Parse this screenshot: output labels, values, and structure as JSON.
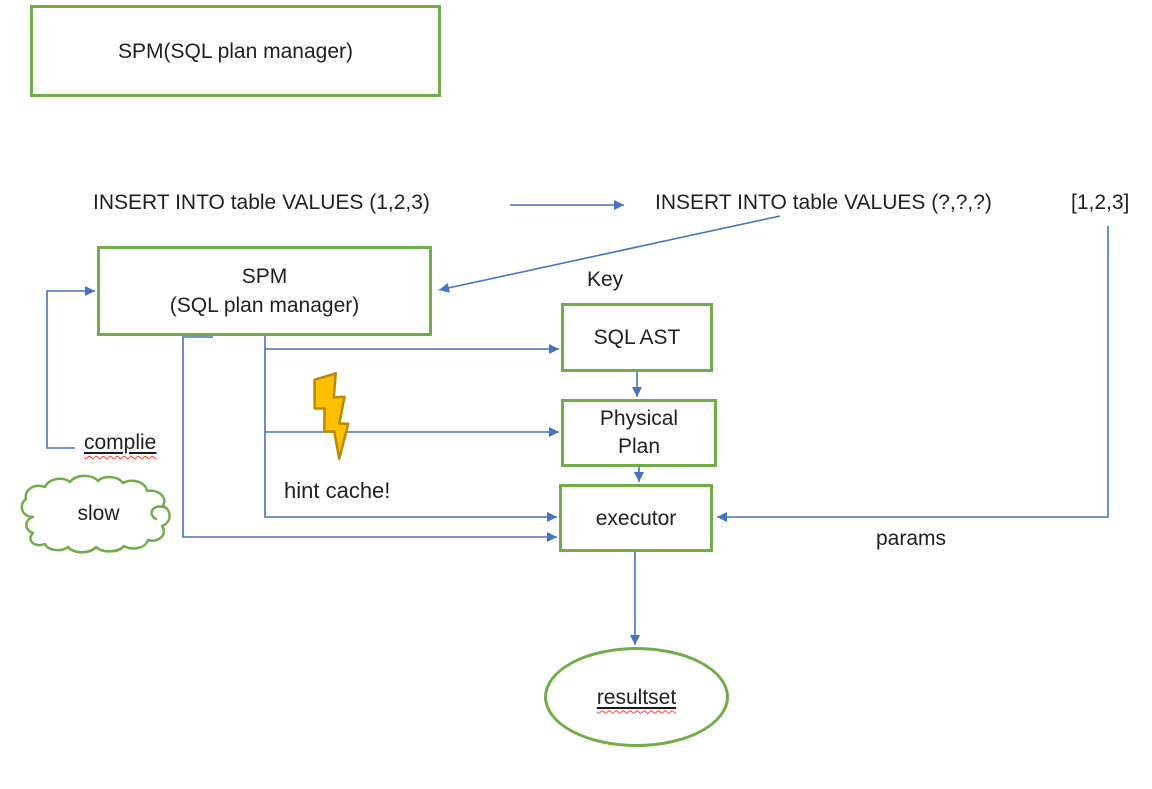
{
  "diagram": {
    "title_box": "SPM(SQL plan manager)",
    "flow": {
      "sql_literal": "INSERT INTO table VALUES (1,2,3)",
      "sql_parameterized": "INSERT INTO table VALUES (?,?,?)",
      "params_array": "[1,2,3]"
    },
    "nodes": {
      "spm_line1": "SPM",
      "spm_line2": "(SQL plan manager)",
      "key_label": "Key",
      "sql_ast": "SQL AST",
      "physical_plan_line1": "Physical",
      "physical_plan_line2": "Plan",
      "executor": "executor",
      "resultset": "resultset"
    },
    "annotations": {
      "complie": "complie",
      "slow": "slow",
      "hint_cache": "hint cache!",
      "params": "params"
    },
    "icons": {
      "lightning_bolt": "lightning-bolt-icon",
      "cloud": "cloud-shape-icon"
    },
    "colors": {
      "box_border_green": "#70AD47",
      "arrow_blue": "#4472C4",
      "bolt_fill": "#FFC000",
      "bolt_stroke": "#B98A00",
      "spellcheck_squiggle": "#FF3B30",
      "text": "#1F1F1F"
    }
  }
}
